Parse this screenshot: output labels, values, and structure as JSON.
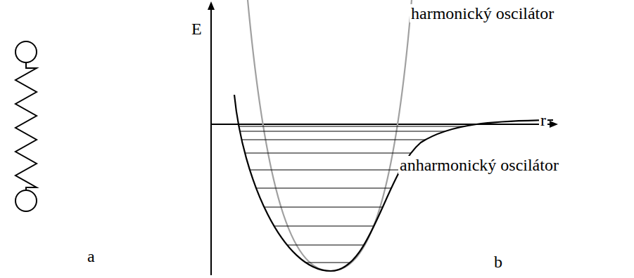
{
  "diagram": {
    "labels": [
      "E",
      "r",
      "harmonický oscilátor",
      "anharmonický oscilátor",
      "a",
      "b"
    ]
  }
}
